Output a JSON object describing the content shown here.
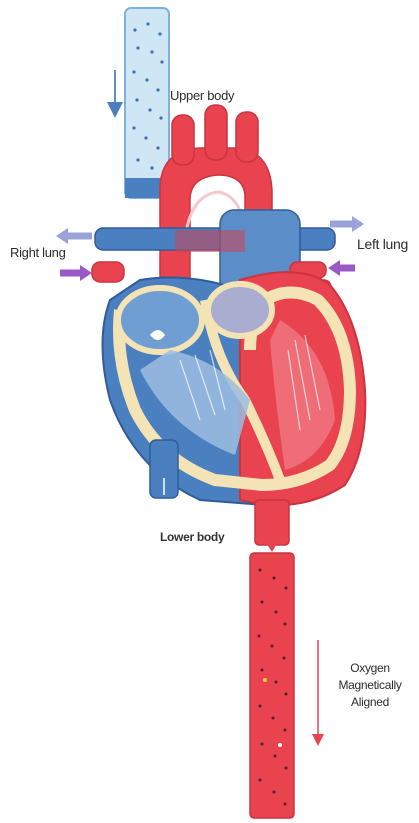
{
  "labels": {
    "upper_body": "Upper body",
    "left_lung": "Left lung",
    "right_lung": "Right lung",
    "lower_body": "Lower body",
    "oxygen_note": [
      "Oxygen",
      "Magnetically",
      "Aligned"
    ]
  },
  "colors": {
    "deoxygenated": "#4a7fc0",
    "deoxygenated_light": "#cfe3f3",
    "oxygenated": "#e8434f",
    "oxygenated_dark": "#d42f3a",
    "septum": "#f4e3b5",
    "arrow_purple": "#9b59c7",
    "arrow_lavender": "#9aa3d8"
  }
}
